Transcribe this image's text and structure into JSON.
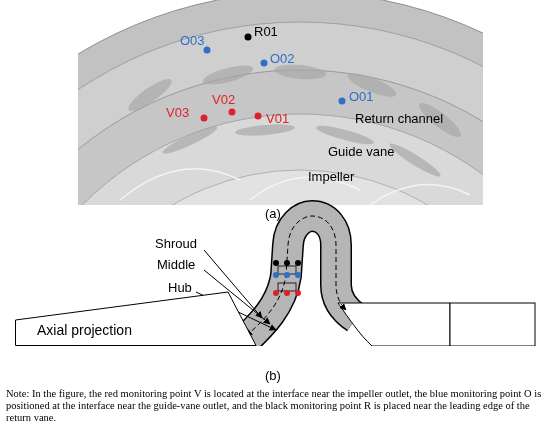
{
  "diagram": {
    "caption": "Note: In the figure, the red monitoring point V is located at the interface near the impeller outlet, the blue monitoring point O is positioned at the interface near the guide-vane outlet, and the black monitoring point R is placed near the leading edge of the return vane.",
    "nodes": [
      {
        "text": [
          "Axial projection"
        ]
      }
    ],
    "labels": [
      "O03",
      "R01",
      "O02",
      "O01",
      "V03",
      "V02",
      "V01",
      "Return channel",
      "Guide vane",
      "Impeller",
      "(a)",
      "Shroud",
      "Middle",
      "Hub",
      "(b)"
    ]
  }
}
